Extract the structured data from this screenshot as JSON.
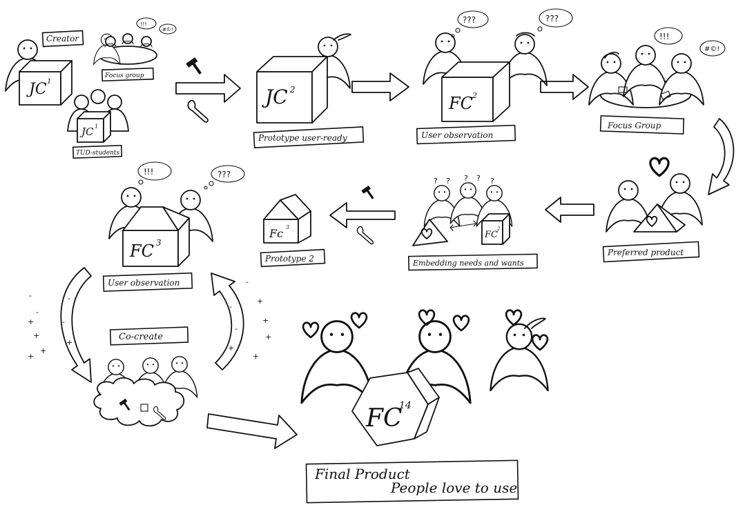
{
  "stages": {
    "creator": "Creator",
    "focus_group_small": "Focus group",
    "tud_students": "TUD-students",
    "prototype_user_ready": "Prototype user-ready",
    "user_observation_1": "User observation",
    "focus_group": "Focus Group",
    "preferred_product": "Preferred product",
    "embedding": "Embedding needs and wants",
    "prototype_2": "Prototype 2",
    "user_observation_2": "User observation",
    "co_create": "Co-create",
    "final_line1": "Final Product",
    "final_line2": "People love to use"
  },
  "box_labels": {
    "jc1": "JC",
    "jc1_sup": "1",
    "jc1b": "JC",
    "jc1b_sup": "1",
    "jc2": "JC",
    "jc2_sup": "2",
    "fc2": "FC",
    "fc2_sup": "2",
    "fc2b": "FC",
    "fc2b_sup": "2",
    "fc3": "Fc",
    "fc3_sup": "3",
    "fc3b": "FC",
    "fc3b_sup": "3",
    "fc14": "FC",
    "fc14_sup": "14"
  },
  "bubbles": {
    "q3": "???",
    "ex3": "!!!",
    "swear": "#©!",
    "q1": "?"
  },
  "icons": [
    "person-icon",
    "hammer-icon",
    "wrench-icon",
    "heart-icon",
    "arrow-icon",
    "cloud-icon"
  ],
  "colors": {
    "ink": "#111111",
    "paper": "#ffffff"
  }
}
